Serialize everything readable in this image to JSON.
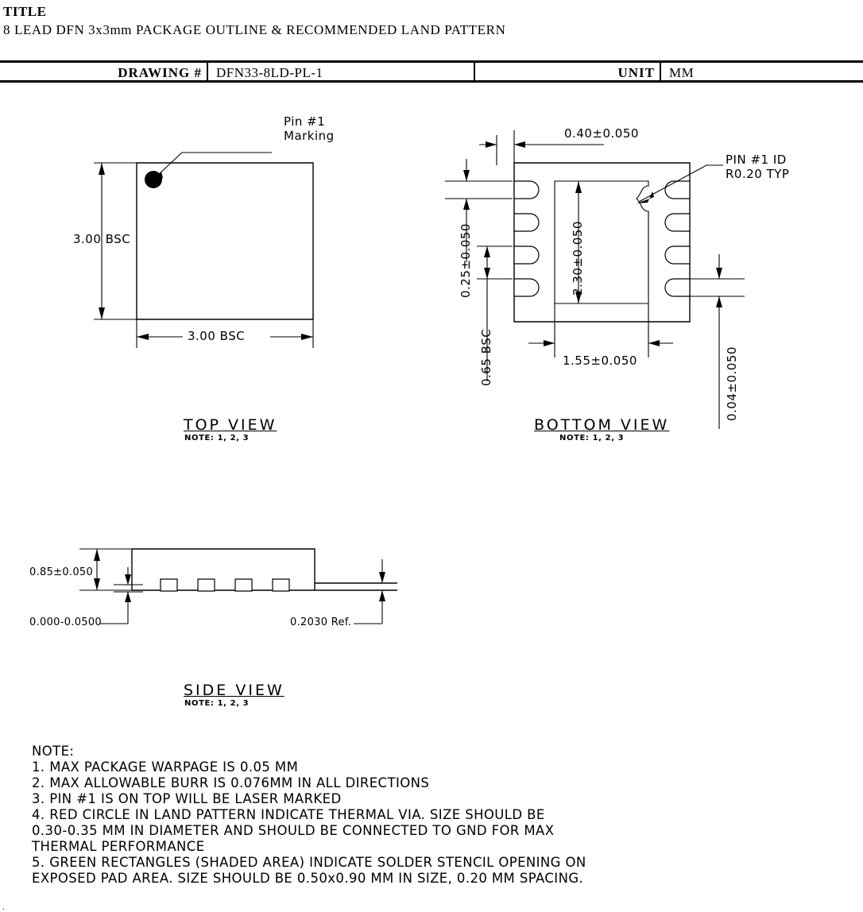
{
  "header": {
    "title_label": "TITLE",
    "title_text": "8 LEAD DFN 3x3mm PACKAGE OUTLINE & RECOMMENDED LAND PATTERN",
    "drawing_label": "DRAWING #",
    "drawing_value": "DFN33-8LD-PL-1",
    "unit_label": "UNIT",
    "unit_value": "MM"
  },
  "top_view": {
    "title": "TOP VIEW",
    "note_ref": "NOTE: 1, 2, 3",
    "pin1_marking_line1": "Pin #1",
    "pin1_marking_line2": "Marking",
    "dim_height": "3.00  BSC",
    "dim_width": "3.00  BSC"
  },
  "bottom_view": {
    "title": "BOTTOM VIEW",
    "note_ref": "NOTE: 1, 2, 3",
    "dim_pin_width": "0.40±0.050",
    "dim_pin_pitch_gap": "0.25±0.050",
    "dim_pitch": "0.65  BSC",
    "dim_pad_height": "2.30±0.050",
    "dim_pad_width": "1.55±0.050",
    "dim_lead_end": "0.04±0.050",
    "pin1_id_line1": "PIN #1  ID",
    "pin1_id_line2": "R0.20  TYP"
  },
  "side_view": {
    "title": "SIDE VIEW",
    "note_ref": "NOTE: 1, 2, 3",
    "dim_body_height": "0.85±0.050",
    "dim_standoff": "0.000-0.0500",
    "dim_lead_thickness": "0.2030  Ref."
  },
  "notes": {
    "heading": "NOTE:",
    "lines": [
      "1. MAX PACKAGE WARPAGE IS 0.05 MM",
      "2. MAX ALLOWABLE BURR IS 0.076MM  IN ALL DIRECTIONS",
      "3. PIN #1 IS ON TOP WILL BE LASER MARKED",
      "4. RED CIRCLE IN LAND PATTERN INDICATE THERMAL VIA.  SIZE SHOULD BE",
      "0.30-0.35 MM  IN DIAMETER AND SHOULD BE CONNECTED TO GND FOR MAX",
      "THERMAL PERFORMANCE",
      "5. GREEN RECTANGLES (SHADED AREA) INDICATE SOLDER STENCIL OPENING ON",
      "EXPOSED PAD AREA.   SIZE SHOULD BE 0.50x0.90 MM IN SIZE, 0.20 MM SPACING."
    ]
  },
  "colors": {
    "line": "#000000",
    "background": "#ffffff"
  }
}
